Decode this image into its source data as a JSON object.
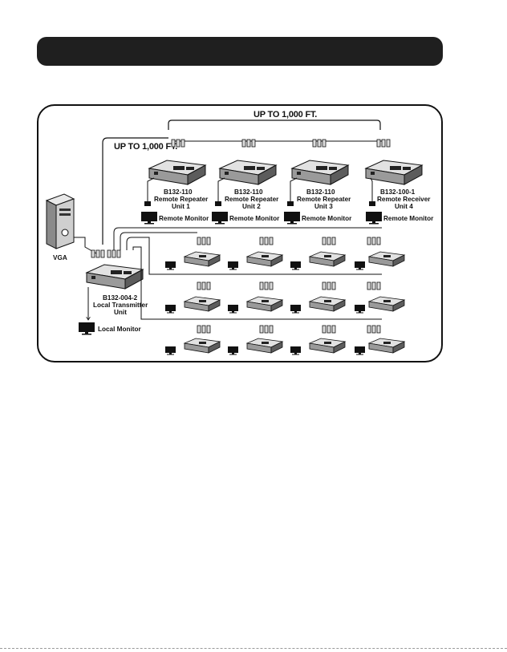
{
  "distances": {
    "top": "UP TO 1,000 FT.",
    "left": "UP TO 1,000 FT."
  },
  "source": {
    "label": "VGA"
  },
  "transmitter": {
    "model": "B132-004-2",
    "line2": "Local Transmitter",
    "line3": "Unit"
  },
  "local_monitor": {
    "label": "Local Monitor"
  },
  "chain": [
    {
      "model": "B132-110",
      "line2": "Remote Repeater",
      "line3": "Unit 1",
      "monitor": "Remote Monitor"
    },
    {
      "model": "B132-110",
      "line2": "Remote Repeater",
      "line3": "Unit 2",
      "monitor": "Remote Monitor"
    },
    {
      "model": "B132-110",
      "line2": "Remote Repeater",
      "line3": "Unit 3",
      "monitor": "Remote Monitor"
    },
    {
      "model": "B132-100-1",
      "line2": "Remote Receiver",
      "line3": "Unit 4",
      "monitor": "Remote Monitor"
    }
  ],
  "colors": {
    "header": "#1f1f1f",
    "ink": "#111111",
    "device_top": "#d9d9d9",
    "device_side": "#8a8a8a"
  }
}
